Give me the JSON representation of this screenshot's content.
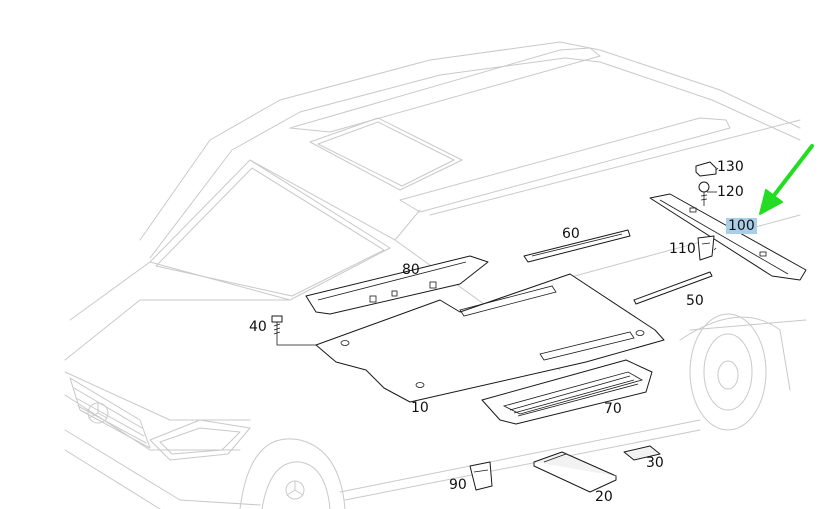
{
  "callouts": {
    "p10": "10",
    "p20": "20",
    "p30": "30",
    "p40": "40",
    "p50": "50",
    "p60": "60",
    "p70": "70",
    "p80": "80",
    "p90": "90",
    "p100": "100",
    "p110": "110",
    "p120": "120",
    "p130": "130"
  },
  "highlighted_part": "100",
  "colors": {
    "arrow": "#22dd22",
    "highlight": "#a9cfe8",
    "vehicle_outline": "#c9c9c9",
    "part_outline": "#1a1a1a"
  },
  "icons": [
    "mercedes-star-icon",
    "screw-icon",
    "clip-icon",
    "indicator-arrow-icon"
  ]
}
